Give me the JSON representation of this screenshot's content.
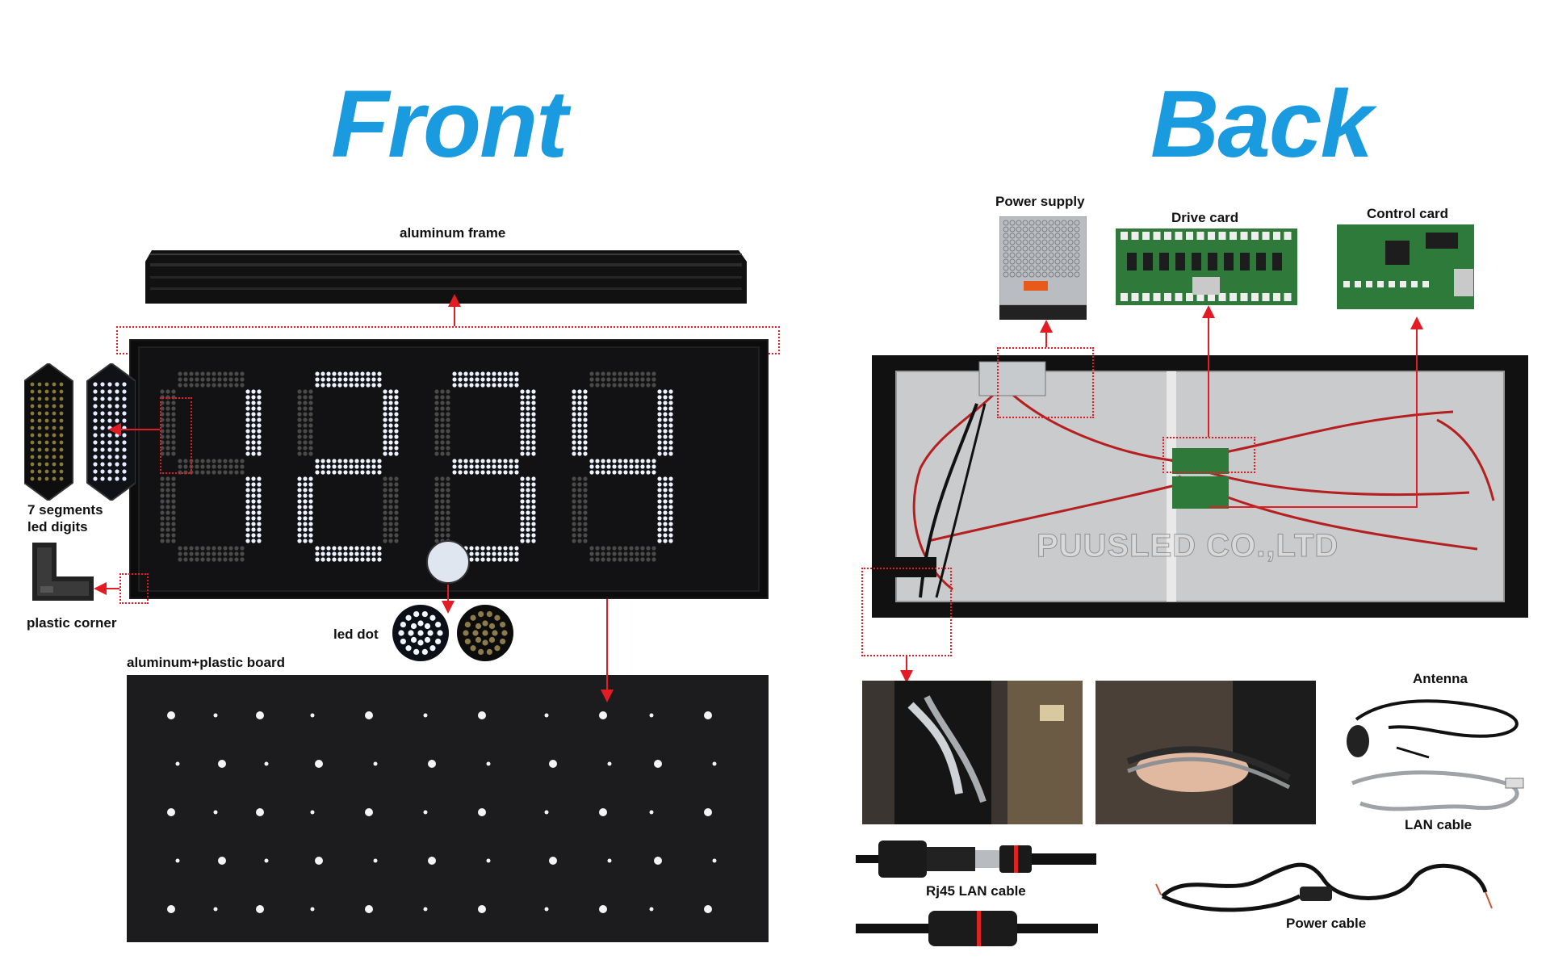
{
  "headings": {
    "front": "Front",
    "back": "Back"
  },
  "front": {
    "aluminum_frame": "aluminum frame",
    "segments_line1": "7 segments",
    "segments_line2": "led digits",
    "plastic_corner": "plastic corner",
    "led_dot": "led dot",
    "board": "aluminum+plastic board",
    "digits": [
      "1",
      "2",
      "3",
      "4"
    ]
  },
  "back": {
    "power_supply": "Power supply",
    "drive_card": "Drive card",
    "control_card": "Control card",
    "watermark": "PUUSLED CO.,LTD",
    "antenna": "Antenna",
    "lan_cable": "LAN cable",
    "rj45": "Rj45 LAN cable",
    "power_cable": "Power cable"
  },
  "colors": {
    "heading": "#1a9be0",
    "annotation": "#e31b23",
    "led_white": "#eef3ff",
    "led_off": "#4a4a48"
  }
}
